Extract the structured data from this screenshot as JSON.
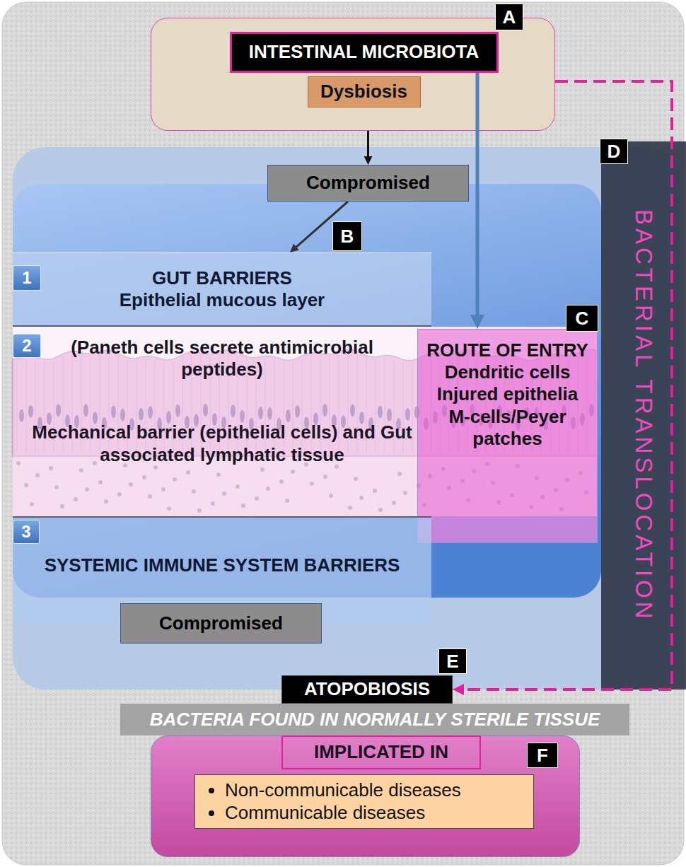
{
  "diagram": {
    "nodes": [
      {
        "text": []
      },
      {
        "text": [
          "INTESTINAL MICROBIOTA"
        ],
        "in": 0
      },
      {
        "text": [
          "Dysbiosis"
        ],
        "in": 0
      },
      {
        "text": []
      },
      {
        "text": [
          "Compromised"
        ],
        "in": 3
      },
      {
        "text": [
          "GUT BARRIERS",
          "Epithelial mucous layer"
        ],
        "in": 3
      },
      {
        "text": [
          "(Paneth cells secrete antimicrobial peptides)",
          "Mechanical barrier (epithelial cells) and Gut associated lymphatic tissue"
        ],
        "in": 3
      },
      {
        "text": [
          "ROUTE OF ENTRY",
          "Dendritic cells",
          "Injured epithelia",
          "M-cells/Peyer patches"
        ],
        "in": 3
      },
      {
        "text": [
          "SYSTEMIC IMMUNE SYSTEM BARRIERS"
        ],
        "in": 3
      },
      {
        "text": [
          "Compromised"
        ],
        "in": 3
      },
      {
        "text": [
          "BACTERIAL TRANSLOCATION"
        ]
      },
      {
        "text": [
          "ATOPOBIOSIS"
        ]
      },
      {
        "text": [
          "BACTERIA FOUND IN NORMALLY STERILE TISSUE"
        ]
      },
      {
        "text": []
      },
      {
        "text": [
          "IMPLICATED IN"
        ],
        "in": 13
      },
      {
        "text": [
          "Non-communicable diseases",
          "Communicable diseases"
        ],
        "in": 13
      }
    ],
    "edges": [
      {
        "from": 0,
        "to": 4,
        "arrow": "to"
      },
      {
        "from": 4,
        "to": 5,
        "arrow": "to"
      },
      {
        "from": 1,
        "to": 7,
        "arrow": "to"
      },
      {
        "from": 0,
        "to": 11,
        "arrow": "to"
      }
    ],
    "labels": [
      "A",
      "B",
      "C",
      "D",
      "E",
      "F",
      "1",
      "2",
      "3"
    ]
  }
}
